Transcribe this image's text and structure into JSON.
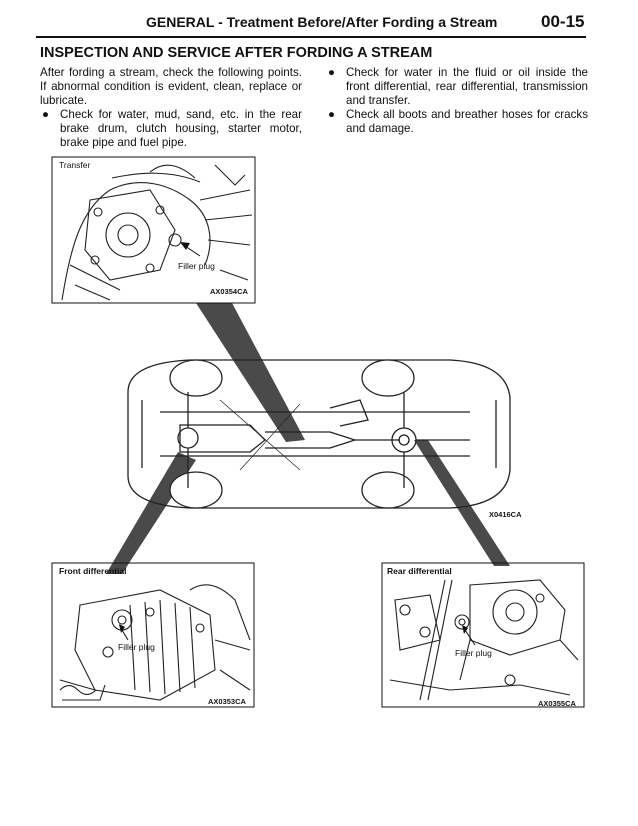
{
  "header": {
    "title": "GENERAL - Treatment Before/After Fording a Stream",
    "page_number": "00-15"
  },
  "section": {
    "title": "INSPECTION AND SERVICE AFTER FORDING A STREAM"
  },
  "intro": "After fording a stream, check the following points. If abnormal condition is evident, clean, replace or lubricate.",
  "bullet_glyph": "●",
  "checks_left": [
    "Check for water, mud, sand, etc. in the rear brake drum, clutch housing, starter motor, brake pipe and fuel pipe."
  ],
  "checks_right": [
    "Check for water in the fluid or oil inside the front differential, rear differential, transmission and transfer.",
    "Check all boots and breather hoses for cracks and damage."
  ],
  "figures": {
    "transfer": {
      "title": "Transfer",
      "callout": "Filler plug",
      "code": "AX0354CA"
    },
    "underbody": {
      "code": "X0416CA"
    },
    "front_diff": {
      "title": "Front differential",
      "callout": "Filler plug",
      "code": "AX0353CA"
    },
    "rear_diff": {
      "title": "Rear differential",
      "callout": "Filler plug",
      "code": "AX0355CA"
    }
  }
}
